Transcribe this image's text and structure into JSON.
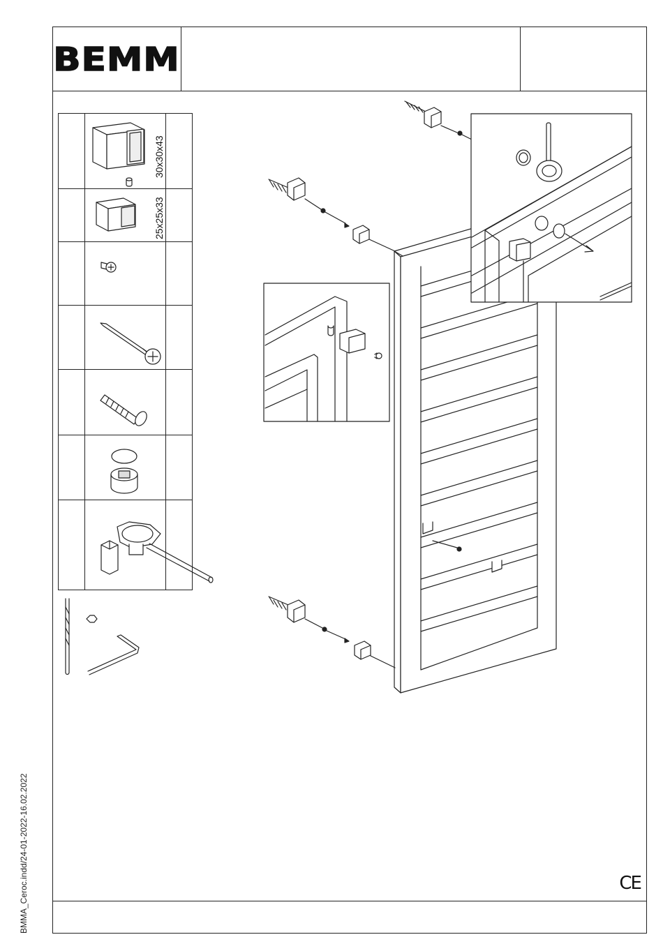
{
  "header": {
    "logo": "BEMM",
    "title": "",
    "page": ""
  },
  "parts": [
    {
      "index": "",
      "icon": "square-sleeve-large-icon",
      "dimension": "30x30x43"
    },
    {
      "index": "",
      "icon": "square-sleeve-small-icon",
      "dimension": "25x25x33"
    },
    {
      "index": "",
      "icon": "phillips-screw-icon",
      "dimension": ""
    },
    {
      "index": "",
      "icon": "long-screw-icon",
      "dimension": ""
    },
    {
      "index": "",
      "icon": "wall-plug-icon",
      "dimension": ""
    },
    {
      "index": "",
      "icon": "valve-cap-icon",
      "dimension": ""
    },
    {
      "index": "",
      "icon": "bleed-valve-icon",
      "dimension": ""
    }
  ],
  "tools": [
    "drill-bit-icon",
    "hex-nut-icon",
    "allen-key-icon"
  ],
  "marks": {
    "ce": "CE"
  },
  "side_code": "BMMA_Ceroc.indd/24-01-2022-16.02.2022"
}
